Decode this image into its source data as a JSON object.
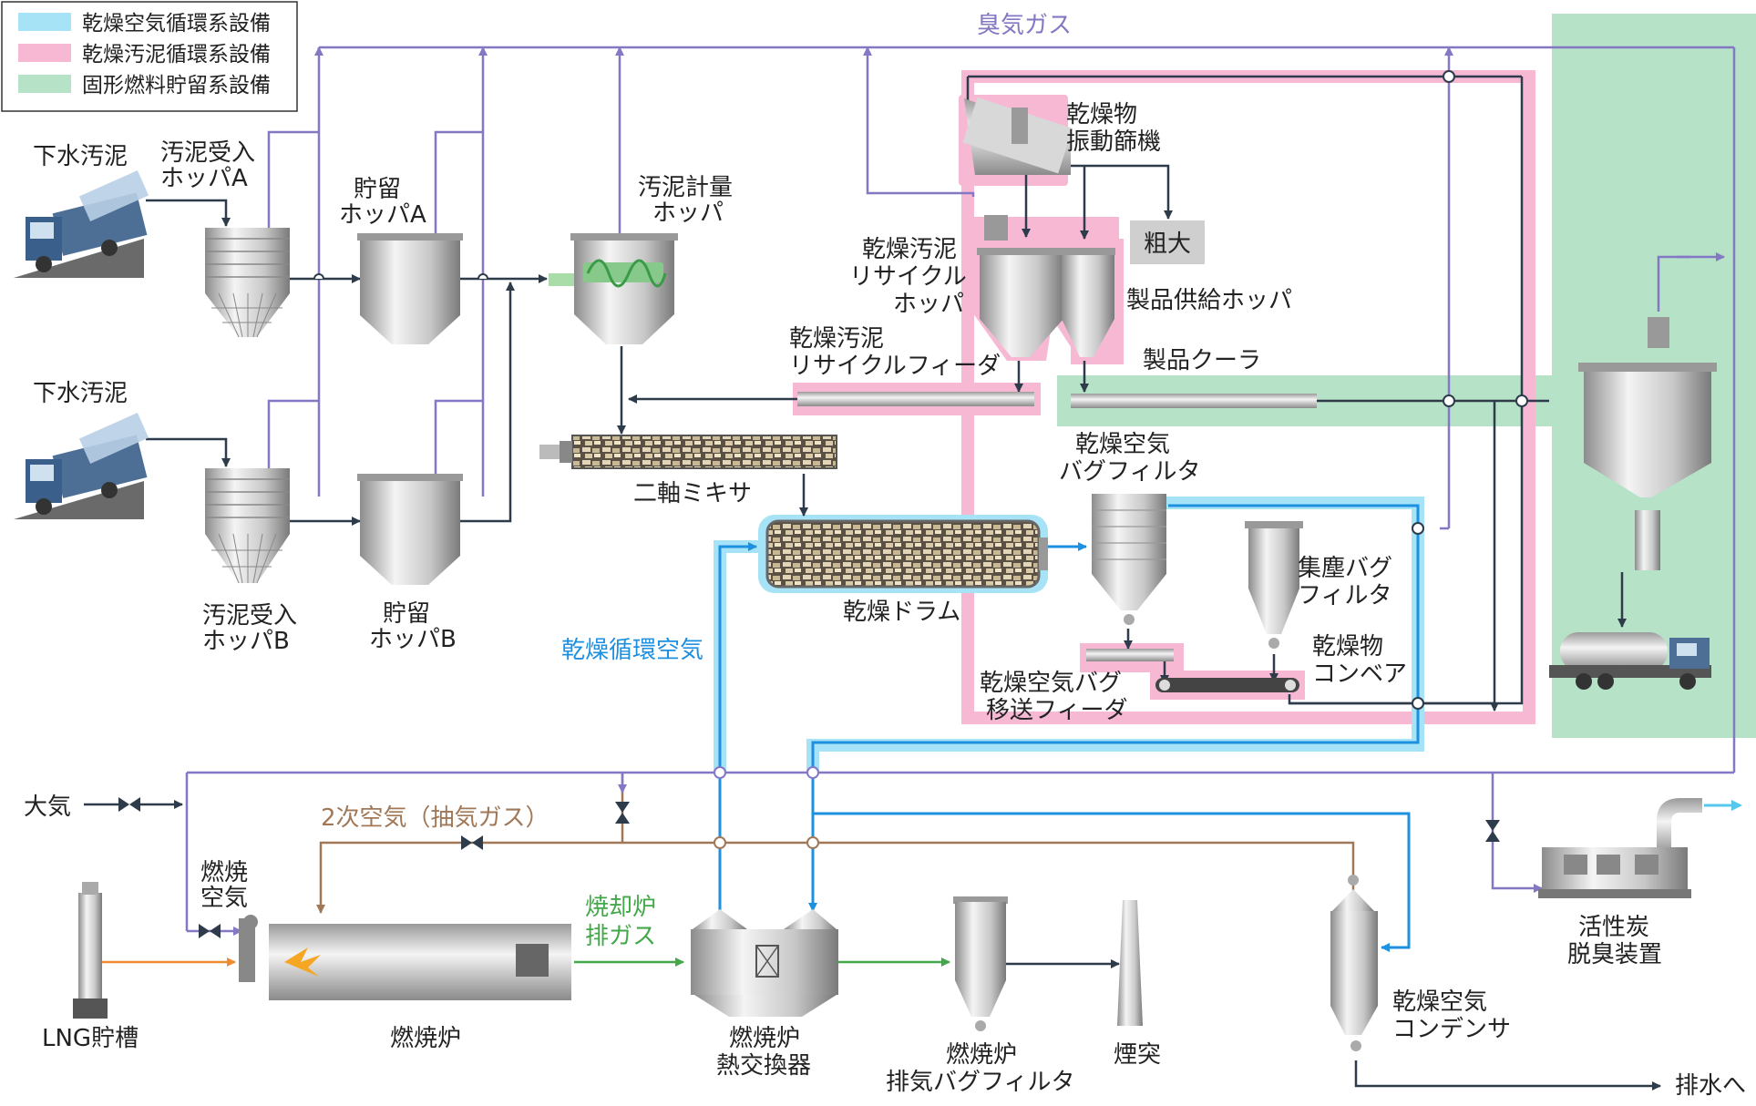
{
  "legend": [
    {
      "label": "乾燥空気循環系設備",
      "color": "#a6e3f7"
    },
    {
      "label": "乾燥汚泥循環系設備",
      "color": "#f7b8d4"
    },
    {
      "label": "固形燃料貯留系設備",
      "color": "#b6e2c8"
    }
  ],
  "flows": {
    "odor_gas": "臭気ガス",
    "dry_circ_air": "乾燥循環空気",
    "secondary_air": "2次空気（抽気ガス）",
    "incin_exhaust": [
      "焼却炉",
      "排ガス"
    ],
    "combustion_air": [
      "燃焼",
      "空気"
    ],
    "atmosphere": "大気",
    "to_drain": "排水へ"
  },
  "equipment": {
    "sewage_sludge_a": "下水汚泥",
    "sewage_sludge_b": "下水汚泥",
    "hopper_recv_a": [
      "汚泥受入",
      "ホッパA"
    ],
    "hopper_recv_b": [
      "汚泥受入",
      "ホッパB"
    ],
    "storage_a": [
      "貯留",
      "ホッパA"
    ],
    "storage_b": [
      "貯留",
      "ホッパB"
    ],
    "metering": [
      "汚泥計量",
      "ホッパ"
    ],
    "mixer": "二軸ミキサ",
    "screen": [
      "乾燥物",
      "振動篩機"
    ],
    "coarse": "粗大",
    "recycle_hopper": [
      "乾燥汚泥",
      "リサイクル",
      "ホッパ"
    ],
    "product_hopper": "製品供給ホッパ",
    "recycle_feeder": [
      "乾燥汚泥",
      "リサイクルフィーダ"
    ],
    "cooler": "製品クーラ",
    "bag_filter_air": [
      "乾燥空気",
      "バグフィルタ"
    ],
    "drum": "乾燥ドラム",
    "dust_bag": [
      "集塵バグ",
      "フィルタ"
    ],
    "dry_conveyor": [
      "乾燥物",
      "コンベア"
    ],
    "bag_feeder": [
      "乾燥空気バグ",
      "移送フィーダ"
    ],
    "lng": "LNG貯槽",
    "furnace": "燃焼炉",
    "heat_exchanger": [
      "燃焼炉",
      "熱交換器"
    ],
    "furnace_bag": [
      "燃焼炉",
      "排気バグフィルタ"
    ],
    "chimney": "煙突",
    "condenser": [
      "乾燥空気",
      "コンデンサ"
    ],
    "carbon": [
      "活性炭",
      "脱臭装置"
    ]
  },
  "colors": {
    "odor": "#8477c4",
    "dark": "#2e3b4a",
    "blue": "#1e90e0",
    "brown": "#a07858",
    "green": "#43a84a",
    "orange": "#f08a30"
  }
}
